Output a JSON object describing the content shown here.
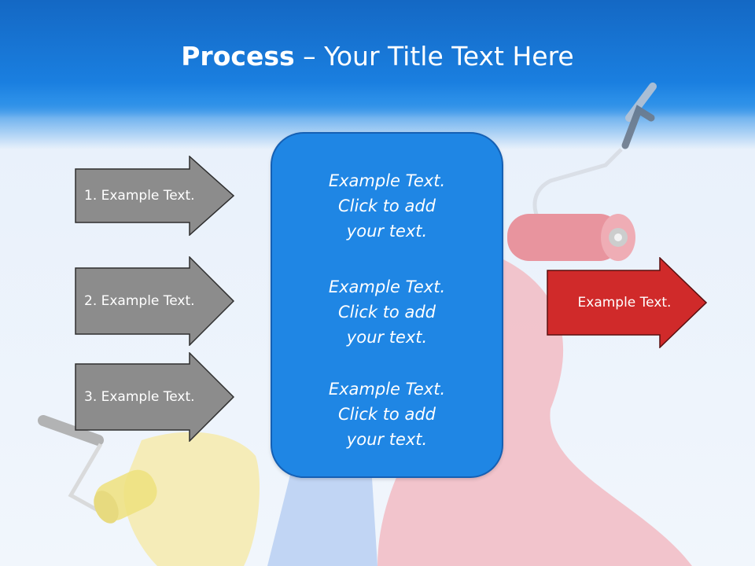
{
  "title": {
    "bold_part": "Process",
    "separator": " – ",
    "rest": "Your Title Text Here"
  },
  "steps": [
    {
      "label": "1. Example Text."
    },
    {
      "label": "2. Example Text."
    },
    {
      "label": "3. Example Text."
    }
  ],
  "center_blocks": [
    {
      "line1": "Example Text.",
      "line2": "Click  to add",
      "line3": "your text."
    },
    {
      "line1": "Example Text.",
      "line2": "Click  to add",
      "line3": "your text."
    },
    {
      "line1": "Example Text.",
      "line2": "Click  to add",
      "line3": "your text."
    }
  ],
  "output": {
    "label": "Example Text."
  },
  "colors": {
    "title_bar": "#1a7fe0",
    "step_arrow": "#8c8c8c",
    "center_box": "#1f86e4",
    "output_arrow": "#d02a2a"
  }
}
